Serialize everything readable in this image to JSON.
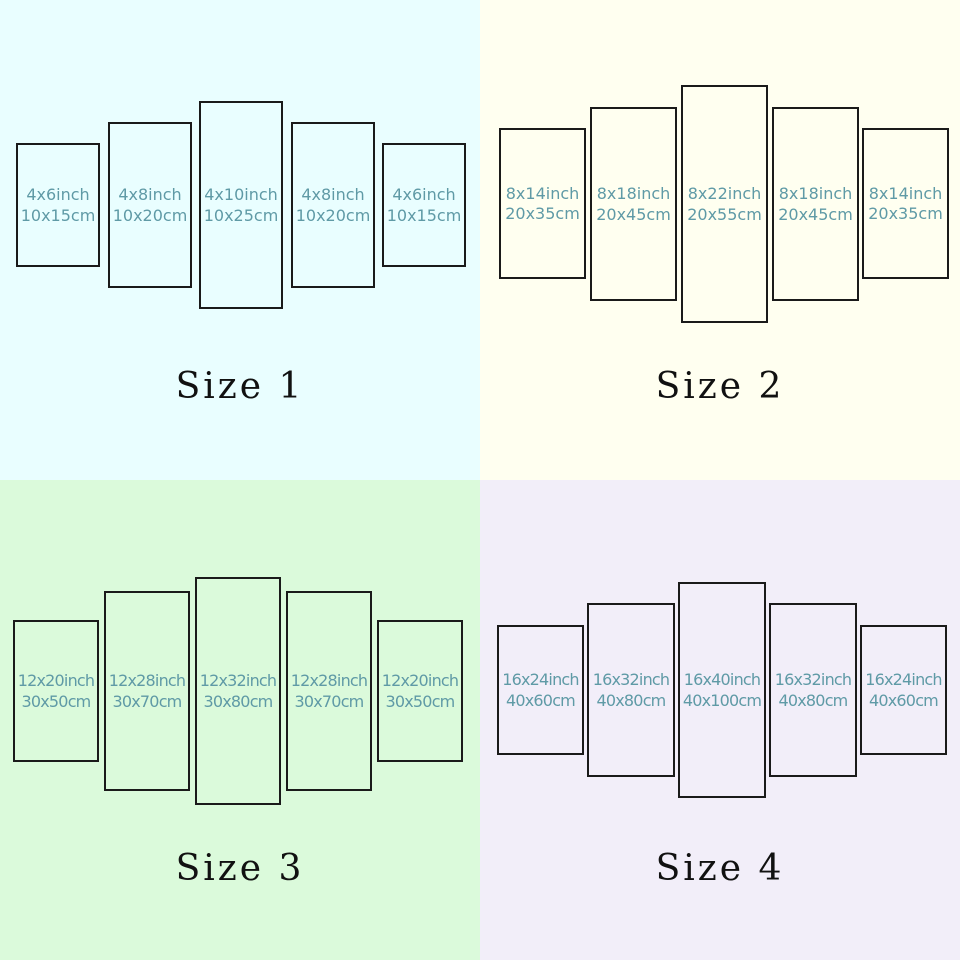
{
  "colors": {
    "size1_bg": "#e9feff",
    "size2_bg": "#fffff0",
    "size3_bg": "#dbfadb",
    "size4_bg": "#f2eef9",
    "frame": "#1a1a1a",
    "label": "#5f9aa6"
  },
  "sizes": [
    {
      "caption": "Size 1",
      "panels": [
        {
          "inch": "4x6inch",
          "cm": "10x15cm"
        },
        {
          "inch": "4x8inch",
          "cm": "10x20cm"
        },
        {
          "inch": "4x10inch",
          "cm": "10x25cm"
        },
        {
          "inch": "4x8inch",
          "cm": "10x20cm"
        },
        {
          "inch": "4x6inch",
          "cm": "10x15cm"
        }
      ]
    },
    {
      "caption": "Size 2",
      "panels": [
        {
          "inch": "8x14inch",
          "cm": "20x35cm"
        },
        {
          "inch": "8x18inch",
          "cm": "20x45cm"
        },
        {
          "inch": "8x22inch",
          "cm": "20x55cm"
        },
        {
          "inch": "8x18inch",
          "cm": "20x45cm"
        },
        {
          "inch": "8x14inch",
          "cm": "20x35cm"
        }
      ]
    },
    {
      "caption": "Size 3",
      "panels": [
        {
          "inch": "12x20inch",
          "cm": "30x50cm"
        },
        {
          "inch": "12x28inch",
          "cm": "30x70cm"
        },
        {
          "inch": "12x32inch",
          "cm": "30x80cm"
        },
        {
          "inch": "12x28inch",
          "cm": "30x70cm"
        },
        {
          "inch": "12x20inch",
          "cm": "30x50cm"
        }
      ]
    },
    {
      "caption": "Size 4",
      "panels": [
        {
          "inch": "16x24inch",
          "cm": "40x60cm"
        },
        {
          "inch": "16x32inch",
          "cm": "40x80cm"
        },
        {
          "inch": "16x40inch",
          "cm": "40x100cm"
        },
        {
          "inch": "16x32inch",
          "cm": "40x80cm"
        },
        {
          "inch": "16x24inch",
          "cm": "40x60cm"
        }
      ]
    }
  ]
}
